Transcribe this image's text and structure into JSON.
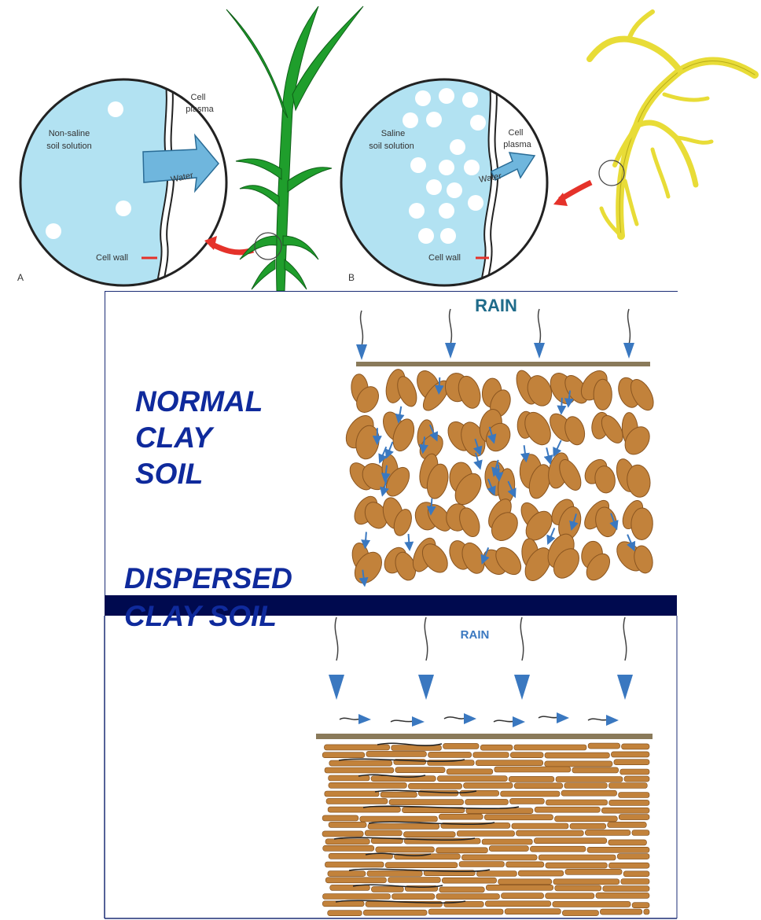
{
  "panel_a": {
    "letter": "A",
    "solution_line1": "Non-saline",
    "solution_line2": "soil solution",
    "plasma_line1": "Cell",
    "plasma_line2": "plasma",
    "water": "Water",
    "cell_wall": "Cell wall"
  },
  "panel_b": {
    "letter": "B",
    "solution_line1": "Saline",
    "solution_line2": "soil solution",
    "plasma_line1": "Cell",
    "plasma_line2": "plasma",
    "water": "Water",
    "cell_wall": "Cell wall"
  },
  "normal": {
    "rain": "RAIN",
    "title_line1": "NORMAL",
    "title_line2": "CLAY",
    "title_line3": "SOIL"
  },
  "dispersed": {
    "rain": "RAIN",
    "title_line1": "DISPERSED",
    "title_line2": "CLAY SOIL"
  },
  "colors": {
    "solution": "#b2e2f2",
    "healthy_plant": "#1f9e2c",
    "stressed_plant": "#e8dc37",
    "red_arrow": "#e5322a",
    "rain_arrow": "#3a78c0",
    "clay": "#c2823b",
    "surface_bar": "#8a7a5a",
    "divider": "#000a4f",
    "title": "#0f2a9c",
    "rain_label": "#1f6b8a"
  }
}
